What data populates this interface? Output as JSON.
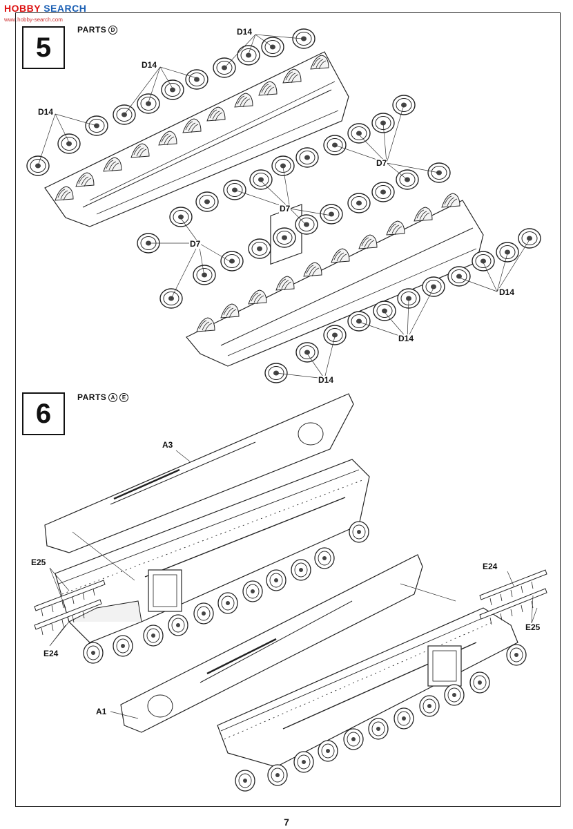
{
  "watermark": {
    "brand_prefix": "HOBBY",
    "brand_suffix": " SEARCH",
    "url": "www.hobby-search.com"
  },
  "step5": {
    "number": "5",
    "parts_prefix": "PARTS",
    "parts_letters": [
      "D"
    ],
    "callouts": [
      {
        "text": "D14"
      },
      {
        "text": "D14"
      },
      {
        "text": "D14"
      },
      {
        "text": "D7"
      },
      {
        "text": "D7"
      },
      {
        "text": "D7"
      },
      {
        "text": "D14"
      },
      {
        "text": "D14"
      },
      {
        "text": "D14"
      }
    ]
  },
  "step6": {
    "number": "6",
    "parts_prefix": "PARTS",
    "parts_letters": [
      "A",
      "E"
    ],
    "callouts": [
      {
        "text": "A3"
      },
      {
        "text": "E25"
      },
      {
        "text": "E24"
      },
      {
        "text": "E24"
      },
      {
        "text": "E25"
      },
      {
        "text": "A1"
      }
    ]
  },
  "page_number": "7"
}
